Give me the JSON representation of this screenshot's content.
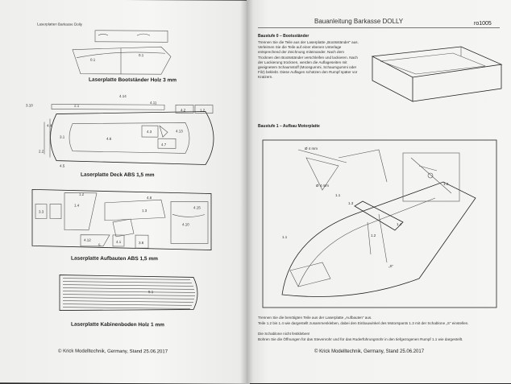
{
  "left_page": {
    "header": "Laserplatten Barkasse Dolly",
    "captions": {
      "stand": "Laserplatte Bootständer Holz 3 mm",
      "deck": "Laserplatte Deck ABS 1,5 mm",
      "aufbauten": "Laserplatte Aufbauten ABS 1,5 mm",
      "kabinenboden": "Laserplatte Kabinenboden Holz 1 mm"
    },
    "part_labels": {
      "stand": [
        "0.1",
        "0.1"
      ],
      "deck": [
        "3.10",
        "2.1",
        "4.14",
        "4.11",
        "4.2",
        "1.2",
        "4.4",
        "3.1",
        "4.6",
        "4.3",
        "4.13",
        "4.7",
        "2.2",
        "4.5"
      ],
      "aufbauten": [
        "1.2",
        "4.8",
        "3.3",
        "1.4",
        "1.3",
        "4.15",
        "4.10",
        "4.12",
        "4.1",
        "3.6",
        "5"
      ],
      "kabinenboden": [
        "5.1"
      ]
    },
    "footer": "© Krick Modelltechnik, Germany, Stand 25.06.2017"
  },
  "right_page": {
    "title": "Bauanleitung Barkasse DOLLY",
    "code": "ro1005",
    "step0": {
      "heading": "Baustufe 0 – Bootsständer",
      "text": "Trennen Sie die Teile aus der Laserplatte „Bootsständer“ aus. Verleimen Sie die Teile auf einer ebenen Unterlage entsprechend der Zeichnung miteinander. Nach dem Trocknen den Bootsständer verschleifen und lackieren. Nach der Lackierung trocknen, werden die Auflageseiten mit geeignetem Schaumstoff (Moosgummi, Schaumgummi oder Filz) beklebt. Diese Auflagen schützen den Rumpf später vor Kratzern."
    },
    "step1": {
      "heading": "Baustufe 1 – Aufbau Motorplatte",
      "labels": [
        "Ø 4 mm",
        "Ø 4 mm",
        "1.1",
        "1.1",
        "1.3",
        "1.4",
        "1.4",
        "1.2",
        "„S“"
      ]
    },
    "instructions": [
      "Trennen Sie die benötigten Teile aus der Laserplatte „Aufbauten“ aus.",
      "Teile 1.2 bis 1.4 wie dargestellt zusammenkleben, dabei den Einbauwinkel des Motorspants 1.3 mit der Schablone „S“ einstellen.",
      "Die Schablone nicht festkleben!",
      "Bohren Sie die Öffnungen für das Stevenrohr und für das Ruderführungsrohr in den tiefgezogenen Rumpf 1.1 wie dargestellt."
    ],
    "footer": "© Krick Modelltechnik, Germany, Stand 25.06.2017"
  }
}
